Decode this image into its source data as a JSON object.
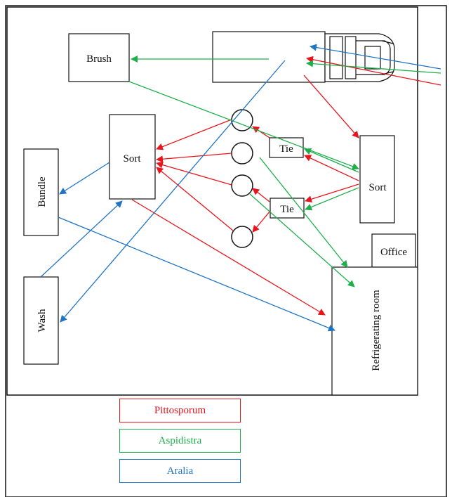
{
  "rooms": {
    "brush": "Brush",
    "sort_left": "Sort",
    "sort_right": "Sort",
    "bundle": "Bundle",
    "wash": "Wash",
    "tie_top": "Tie",
    "tie_bottom": "Tie",
    "office": "Office",
    "refrigerating_room": "Refrigerating room"
  },
  "legend": {
    "pittosporum": "Pittosporum",
    "aspidistra": "Aspidistra",
    "aralia": "Aralia"
  },
  "colors": {
    "pittosporum": "#e8161c",
    "aspidistra": "#1db04a",
    "aralia": "#1f74c4",
    "outline": "#111111"
  }
}
